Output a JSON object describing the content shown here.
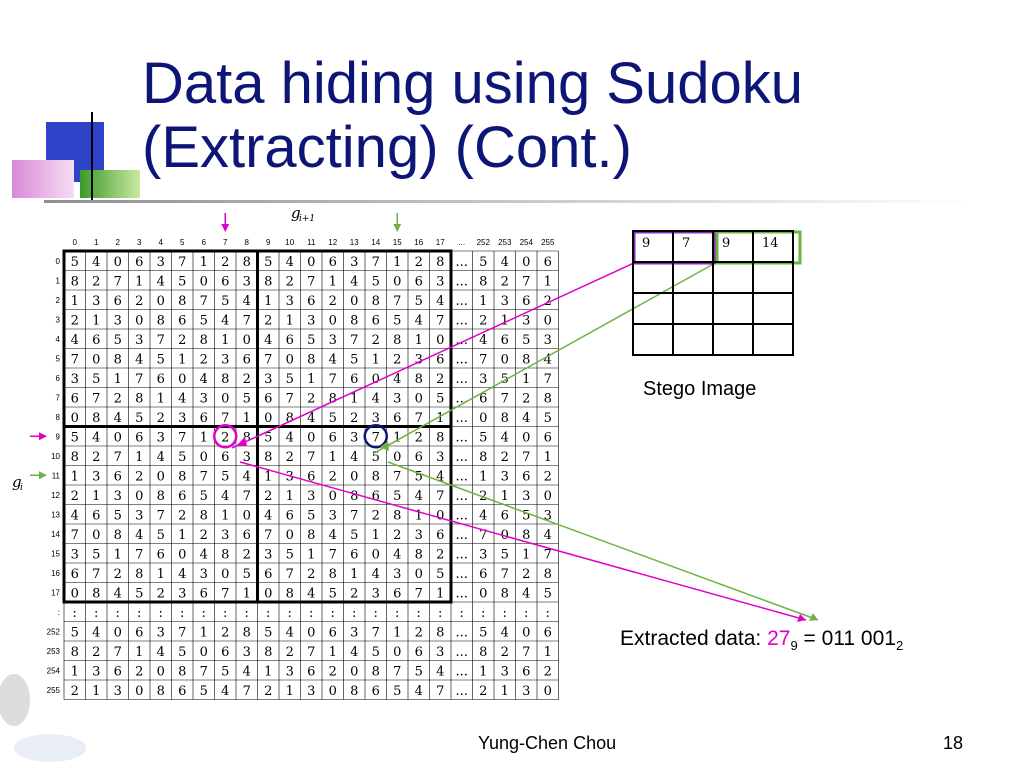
{
  "slide": {
    "title_line1": "Data hiding using Sudoku",
    "title_line2": "(Extracting) (Cont.)",
    "author": "Yung-Chen Chou",
    "page_number": "18"
  },
  "colors": {
    "title": "#0d1577",
    "highlight_magenta": "#e000c8",
    "highlight_green": "#6cb33f",
    "stego_first_pair_border": "#8a2bbf",
    "stego_second_pair_border": "#6cb33f"
  },
  "stego_image": {
    "caption": "Stego Image",
    "rows": [
      [
        "9",
        "7",
        "9",
        "14"
      ],
      [
        "",
        "",
        "",
        ""
      ],
      [
        "",
        "",
        "",
        ""
      ],
      [
        "",
        "",
        "",
        ""
      ]
    ]
  },
  "extracted": {
    "label": "Extracted data: ",
    "value": "27",
    "value_base": "9",
    "equals": " = 011 001",
    "binary_base": "2"
  },
  "chart_data": {
    "type": "table",
    "title": "",
    "axis_labels": {
      "horizontal": "g",
      "horizontal_subscript": "i+1",
      "vertical": "g",
      "vertical_subscript": "i"
    },
    "column_headers": [
      "0",
      "1",
      "2",
      "3",
      "4",
      "5",
      "6",
      "7",
      "8",
      "9",
      "10",
      "11",
      "12",
      "13",
      "14",
      "15",
      "16",
      "17",
      "...",
      "252",
      "253",
      "254",
      "255"
    ],
    "row_headers": [
      "0",
      "1",
      "2",
      "3",
      "4",
      "5",
      "6",
      "7",
      "8",
      "9",
      "10",
      "11",
      "12",
      "13",
      "14",
      "15",
      "16",
      "17",
      ":",
      "252",
      "253",
      "254",
      "255"
    ],
    "sudoku_rows": [
      [
        "5",
        "4",
        "0",
        "6",
        "3",
        "7",
        "1",
        "2",
        "8"
      ],
      [
        "8",
        "2",
        "7",
        "1",
        "4",
        "5",
        "0",
        "6",
        "3"
      ],
      [
        "1",
        "3",
        "6",
        "2",
        "0",
        "8",
        "7",
        "5",
        "4"
      ],
      [
        "2",
        "1",
        "3",
        "0",
        "8",
        "6",
        "5",
        "4",
        "7"
      ],
      [
        "4",
        "6",
        "5",
        "3",
        "7",
        "2",
        "8",
        "1",
        "0"
      ],
      [
        "7",
        "0",
        "8",
        "4",
        "5",
        "1",
        "2",
        "3",
        "6"
      ],
      [
        "3",
        "5",
        "1",
        "7",
        "6",
        "0",
        "4",
        "8",
        "2"
      ],
      [
        "6",
        "7",
        "2",
        "8",
        "1",
        "4",
        "3",
        "0",
        "5"
      ],
      [
        "0",
        "8",
        "4",
        "5",
        "2",
        "3",
        "6",
        "7",
        "1"
      ]
    ],
    "ellipsis_symbol": "...",
    "vertical_ellipsis_symbol": ":",
    "column_arrows_at": [
      "7",
      "15"
    ],
    "row_arrows_at": [
      "9",
      "11"
    ],
    "highlighted_cells": [
      {
        "row": "9",
        "column": "7",
        "value": "2",
        "color": "magenta"
      },
      {
        "row": "9",
        "column": "14",
        "value": "7",
        "color": "navy"
      }
    ]
  }
}
